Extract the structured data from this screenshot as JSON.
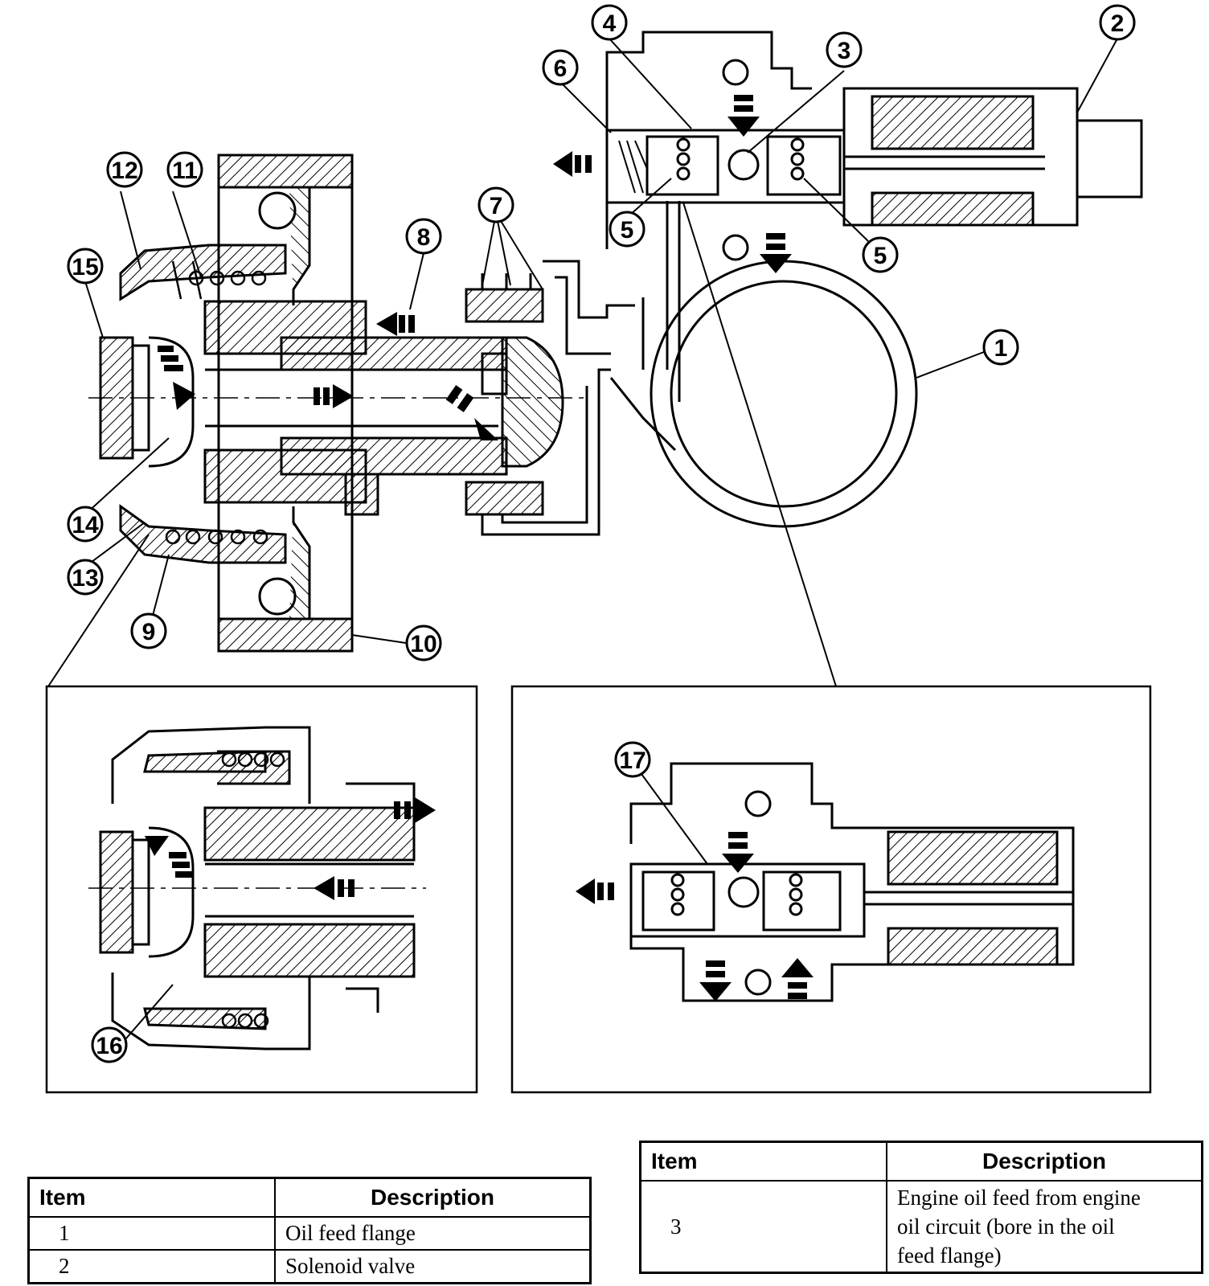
{
  "callouts": [
    "1",
    "2",
    "3",
    "4",
    "5",
    "5",
    "6",
    "7",
    "8",
    "9",
    "10",
    "11",
    "12",
    "13",
    "14",
    "15",
    "16",
    "17"
  ],
  "table_left": {
    "headers": [
      "Item",
      "Description"
    ],
    "rows": [
      {
        "item": "1",
        "description": "Oil feed flange"
      },
      {
        "item": "2",
        "description": "Solenoid valve"
      }
    ]
  },
  "table_right": {
    "headers": [
      "Item",
      "Description"
    ],
    "rows": [
      {
        "item": "3",
        "description_lines": [
          "Engine oil feed from engine",
          "oil circuit (bore in the oil",
          "feed flange)"
        ]
      }
    ]
  }
}
